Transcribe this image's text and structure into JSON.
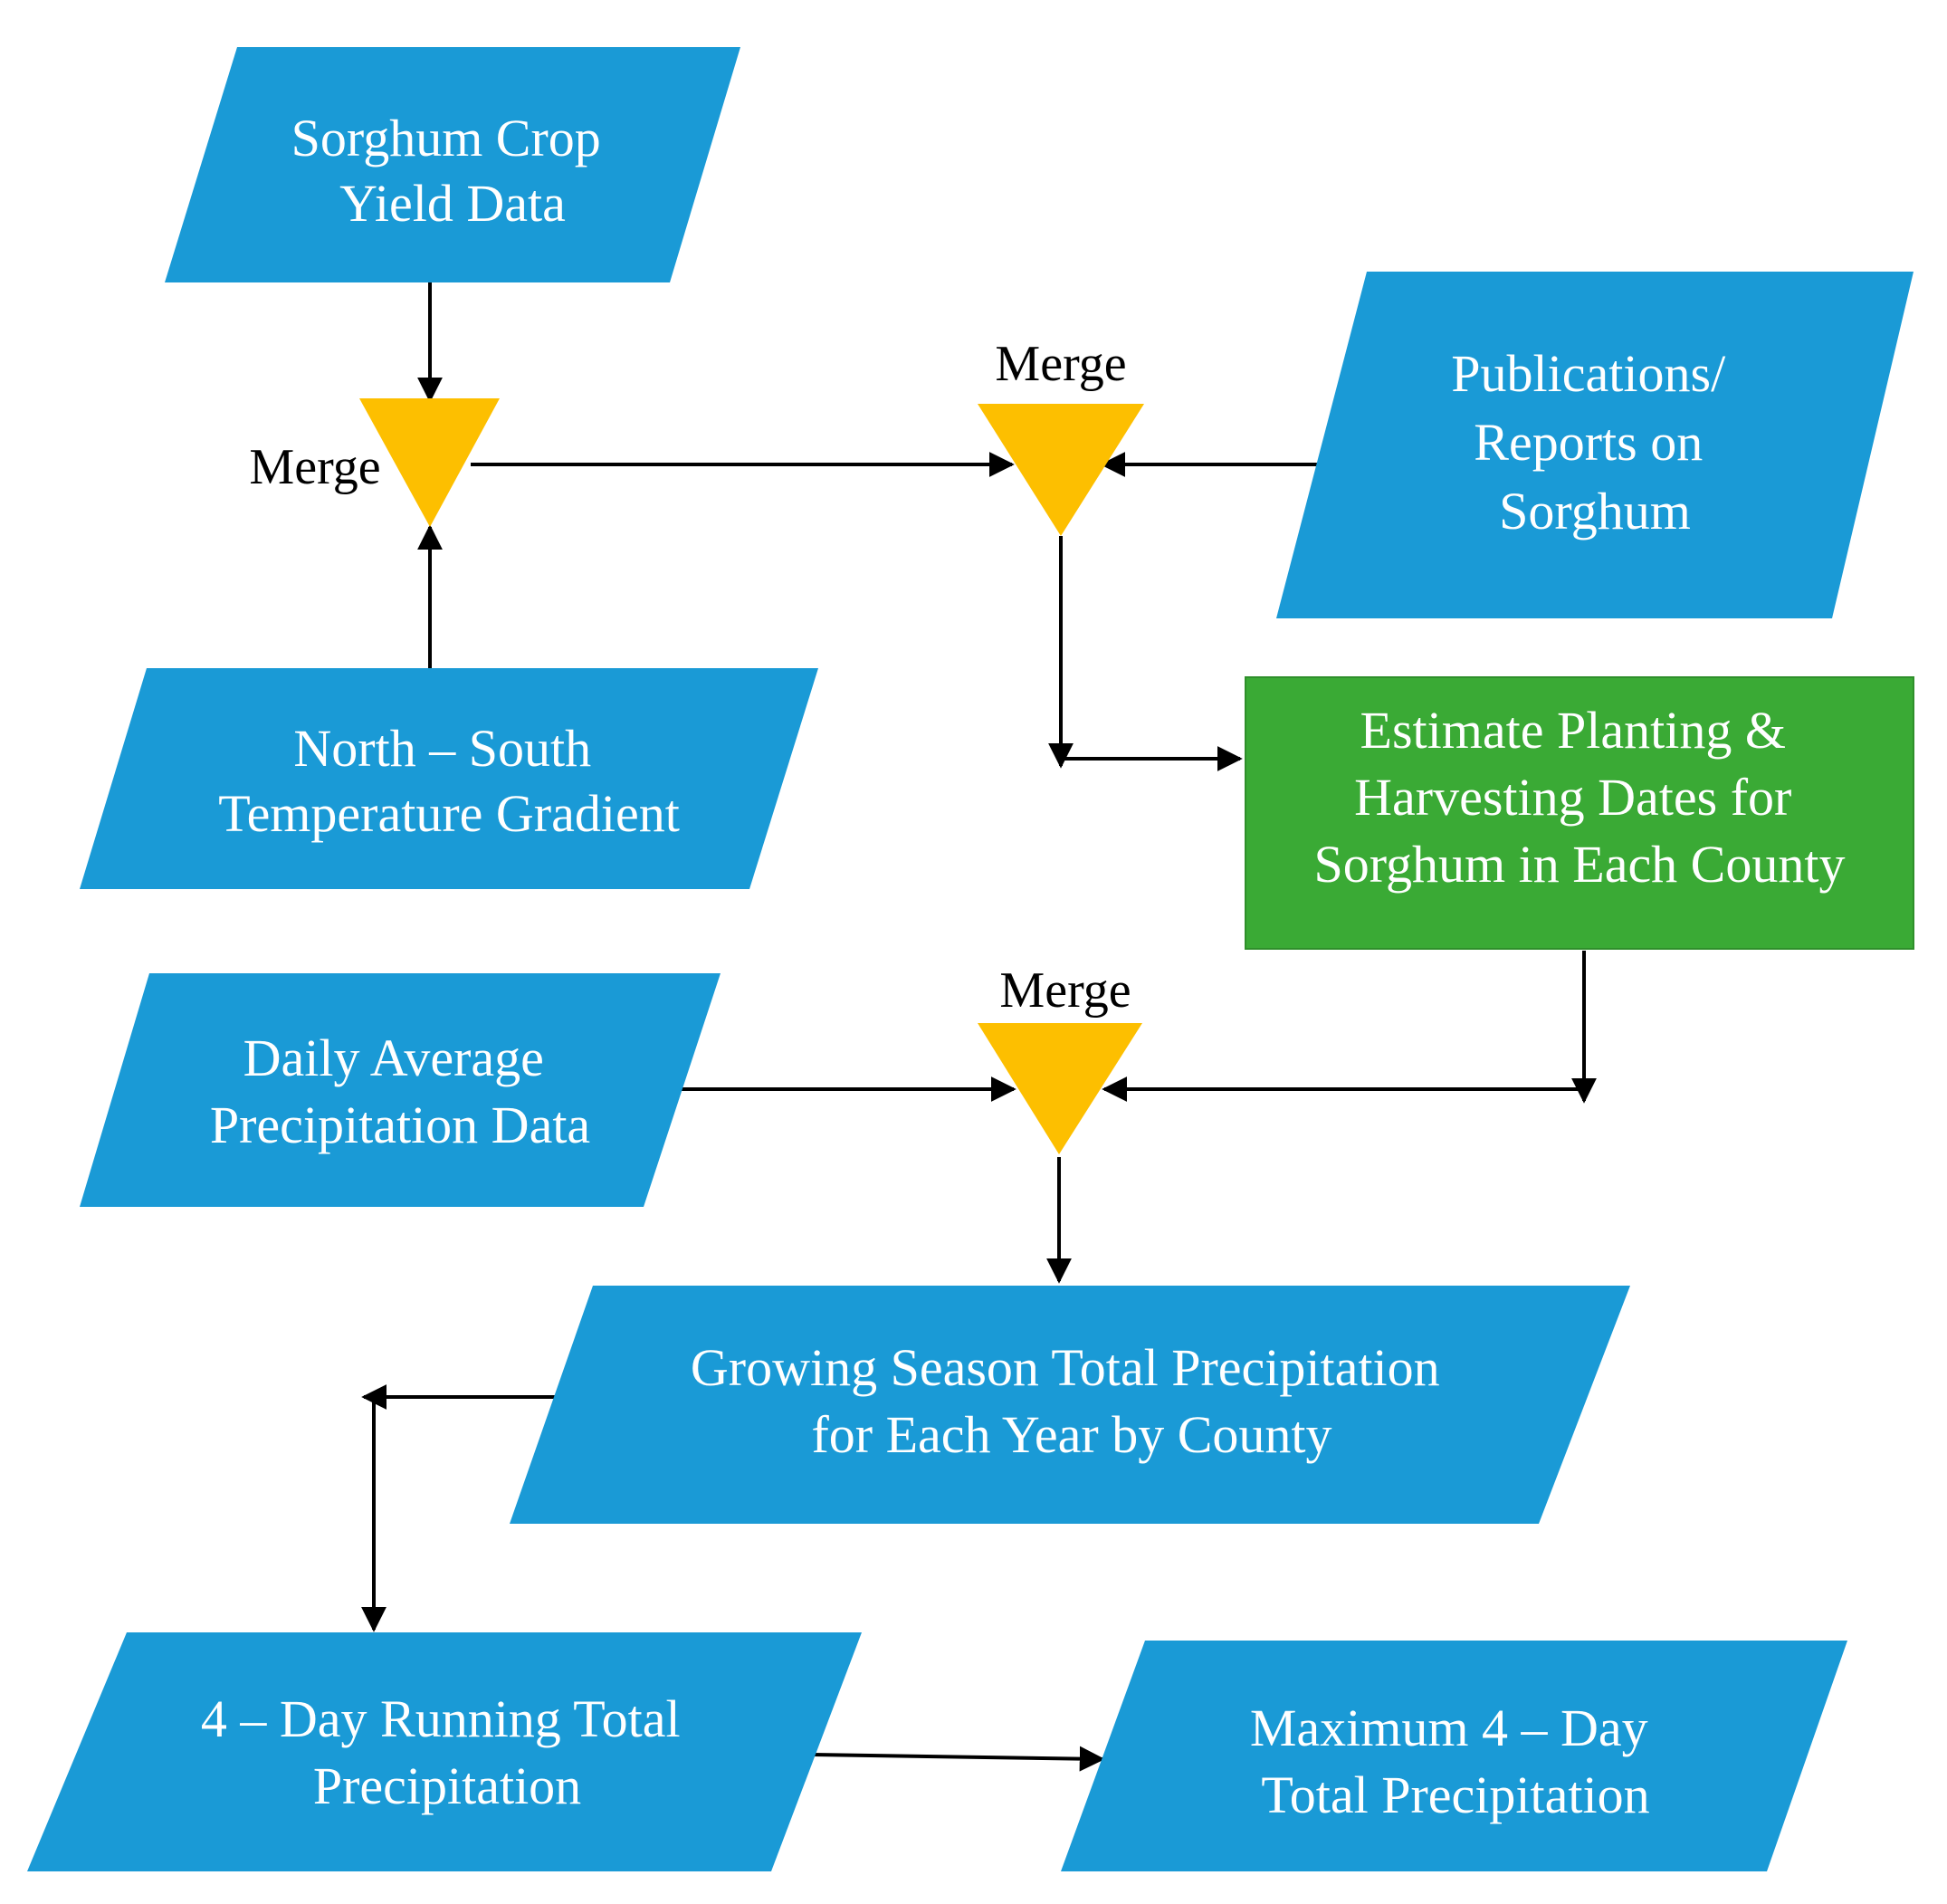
{
  "nodes": {
    "sorghum_yield": {
      "lines": [
        "Sorghum Crop",
        "Yield Data"
      ]
    },
    "publications": {
      "lines": [
        "Publications/",
        "Reports on",
        "Sorghum"
      ]
    },
    "temperature_gradient": {
      "lines": [
        "North – South",
        "Temperature Gradient"
      ]
    },
    "estimate_dates": {
      "lines": [
        "Estimate Planting &",
        "Harvesting Dates for",
        "Sorghum in Each County"
      ]
    },
    "daily_precip": {
      "lines": [
        "Daily Average",
        "Precipitation Data"
      ]
    },
    "growing_season": {
      "lines": [
        "Growing Season Total Precipitation",
        "for Each Year by County"
      ]
    },
    "running_total": {
      "lines": [
        "4 – Day Running Total",
        "Precipitation"
      ]
    },
    "maximum_total": {
      "lines": [
        "Maximum 4 – Day",
        "Total Precipitation"
      ]
    }
  },
  "merges": {
    "merge_1": "Merge",
    "merge_2": "Merge",
    "merge_3": "Merge"
  },
  "colors": {
    "data_fill": "#1a9ad6",
    "process_fill": "#3aaa35",
    "merge_fill": "#fdbf00",
    "text": "#ffffff",
    "connector": "#000000"
  }
}
